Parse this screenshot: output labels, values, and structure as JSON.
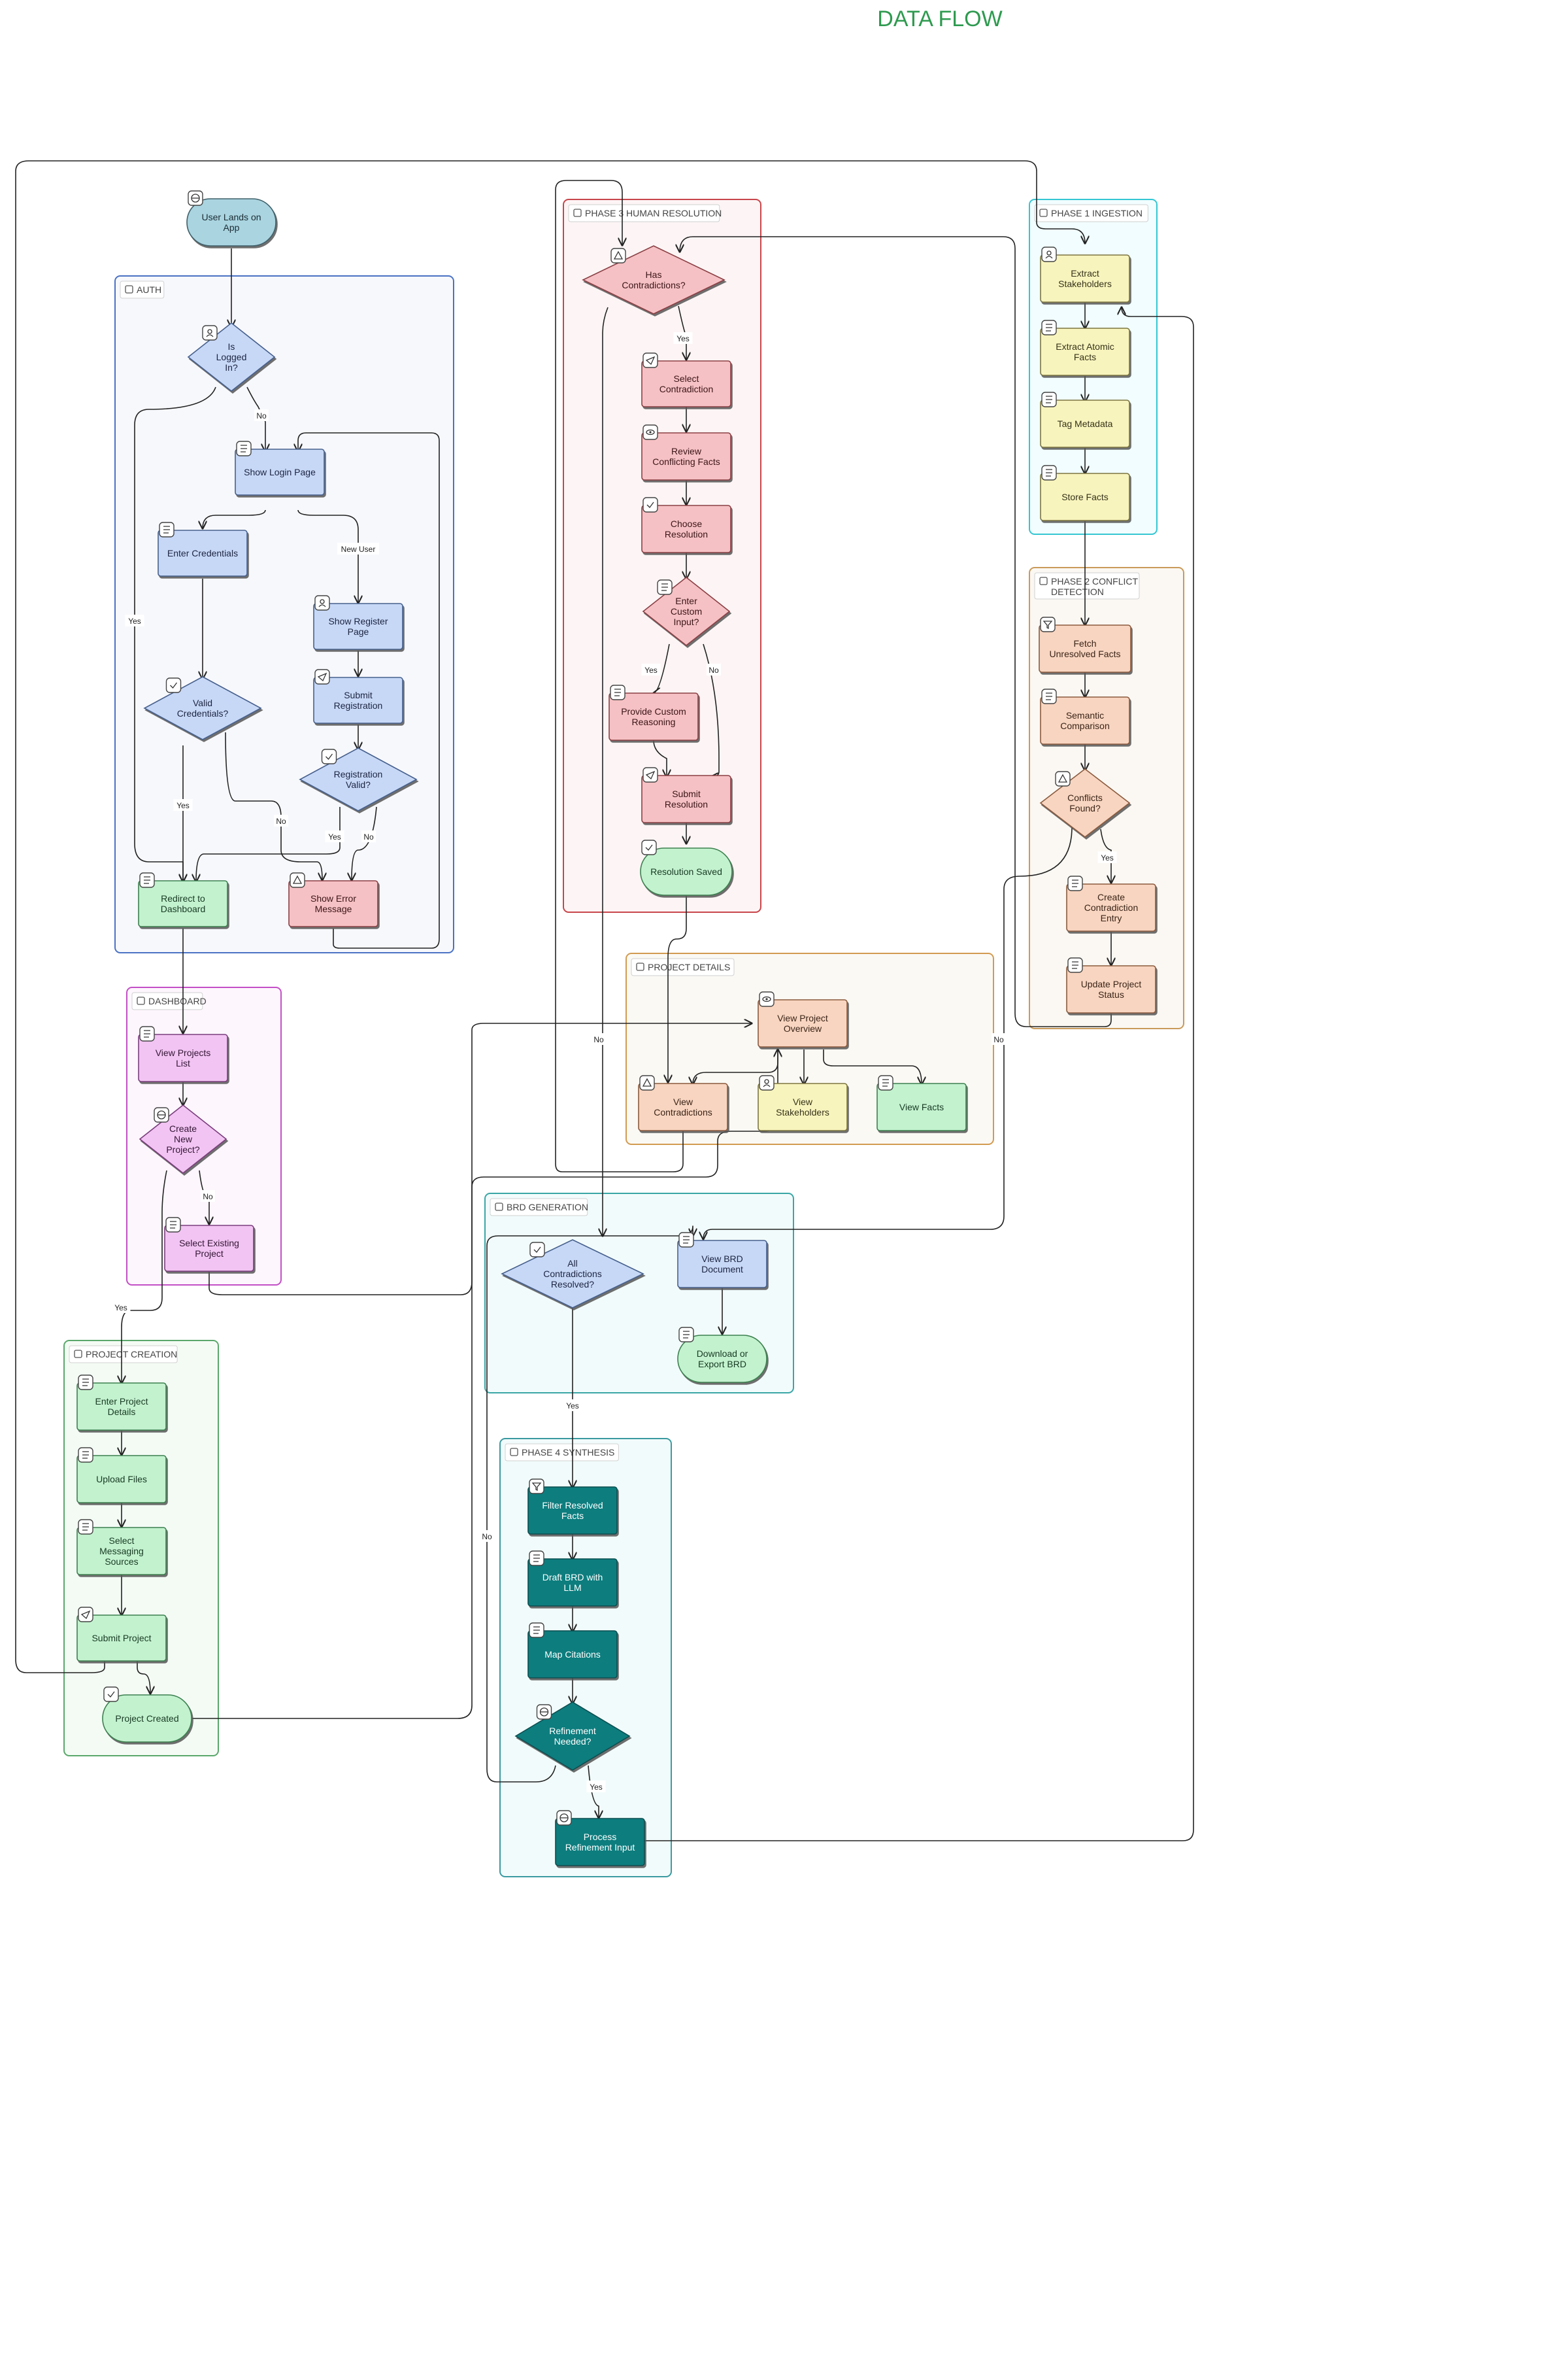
{
  "title": "DATA FLOW",
  "colors": {
    "title": "#2e9a4f",
    "auth": "#4a72c4",
    "dashboard": "#c34fc6",
    "creation": "#5aa86a",
    "phase1": "#33c6d3",
    "phase2": "#c99a5a",
    "phase3": "#c7454a",
    "details": "#d29b50",
    "brd": "#3aa6a6",
    "phase4": "#3a9aa0",
    "edge": "#222222"
  },
  "groups": {
    "auth": "AUTH",
    "dashboard": "DASHBOARD",
    "creation": "PROJECT CREATION",
    "phase1": "PHASE 1 INGESTION",
    "phase2": "PHASE 2 CONFLICT DETECTION",
    "phase3": "PHASE 3 HUMAN RESOLUTION",
    "details": "PROJECT DETAILS",
    "brd": "BRD GENERATION",
    "phase4": "PHASE 4 SYNTHESIS"
  },
  "nodes": {
    "user_lands": "User Lands on App",
    "is_logged_in": "Is Logged In?",
    "show_login": "Show Login Page",
    "enter_credentials": "Enter Credentials",
    "show_register": "Show Register Page",
    "submit_registration": "Submit Registration",
    "valid_credentials": "Valid Credentials?",
    "registration_valid": "Registration Valid?",
    "redirect_dashboard": "Redirect to Dashboard",
    "show_error": "Show Error Message",
    "view_projects": "View Projects List",
    "create_new": "Create New Project?",
    "select_existing": "Select Existing Project",
    "enter_project_details": "Enter Project Details",
    "upload_files": "Upload Files",
    "select_messaging": "Select Messaging Sources",
    "submit_project": "Submit Project",
    "project_created": "Project Created",
    "extract_stakeholders": "Extract Stakeholders",
    "extract_atomic": "Extract Atomic Facts",
    "tag_metadata": "Tag Metadata",
    "store_facts": "Store Facts",
    "fetch_unresolved": "Fetch Unresolved Facts",
    "semantic_comparison": "Semantic Comparison",
    "conflicts_found": "Conflicts Found?",
    "create_contradiction": "Create Contradiction Entry",
    "update_status": "Update Project Status",
    "has_contradictions": "Has Contradictions?",
    "select_contradiction": "Select Contradiction",
    "review_conflicting": "Review Conflicting Facts",
    "choose_resolution": "Choose Resolution",
    "enter_custom": "Enter Custom Input?",
    "provide_custom": "Provide Custom Reasoning",
    "submit_resolution": "Submit Resolution",
    "resolution_saved": "Resolution Saved",
    "view_overview": "View Project Overview",
    "view_contradictions": "View Contradictions",
    "view_stakeholders": "View Stakeholders",
    "view_facts": "View Facts",
    "all_resolved": "All Contradictions Resolved?",
    "view_brd": "View BRD Document",
    "download_brd": "Download or Export BRD",
    "filter_resolved": "Filter Resolved Facts",
    "draft_brd": "Draft BRD with LLM",
    "map_citations": "Map Citations",
    "refinement_needed": "Refinement Needed?",
    "process_refinement": "Process Refinement Input"
  },
  "edge_labels": {
    "yes": "Yes",
    "no": "No",
    "new_user": "New User"
  },
  "icons": {
    "user_lands": "globe-icon",
    "is_logged_in": "user-check-icon",
    "show_login": "login-icon",
    "enter_credentials": "edit-icon",
    "show_register": "user-plus-icon",
    "submit_registration": "send-icon",
    "valid_credentials": "shield-icon",
    "registration_valid": "check-square-icon",
    "redirect_dashboard": "home-icon",
    "show_error": "alert-circle-icon",
    "view_projects": "folder-icon",
    "create_new": "plus-circle-icon",
    "select_existing": "folder-open-icon",
    "enter_project_details": "edit-icon",
    "upload_files": "upload-icon",
    "select_messaging": "message-icon",
    "submit_project": "send-icon",
    "project_created": "check-circle-icon",
    "extract_stakeholders": "users-icon",
    "extract_atomic": "list-icon",
    "tag_metadata": "tag-icon",
    "store_facts": "save-icon",
    "fetch_unresolved": "filter-icon",
    "semantic_comparison": "compare-icon",
    "conflicts_found": "alert-triangle-icon",
    "create_contradiction": "file-plus-icon",
    "update_status": "pencil-icon",
    "has_contradictions": "alert-triangle-icon",
    "select_contradiction": "pointer-icon",
    "review_conflicting": "eye-icon",
    "choose_resolution": "check-square-icon",
    "enter_custom": "edit-icon",
    "provide_custom": "edit-icon",
    "submit_resolution": "send-icon",
    "resolution_saved": "check-circle-icon",
    "view_overview": "eye-icon",
    "view_contradictions": "alert-triangle-icon",
    "view_stakeholders": "users-icon",
    "view_facts": "message-icon",
    "all_resolved": "check-circle-icon",
    "view_brd": "file-text-icon",
    "download_brd": "download-icon",
    "filter_resolved": "filter-icon",
    "draft_brd": "cpu-icon",
    "map_citations": "link-icon",
    "refinement_needed": "refresh-icon",
    "process_refinement": "refresh-icon"
  }
}
